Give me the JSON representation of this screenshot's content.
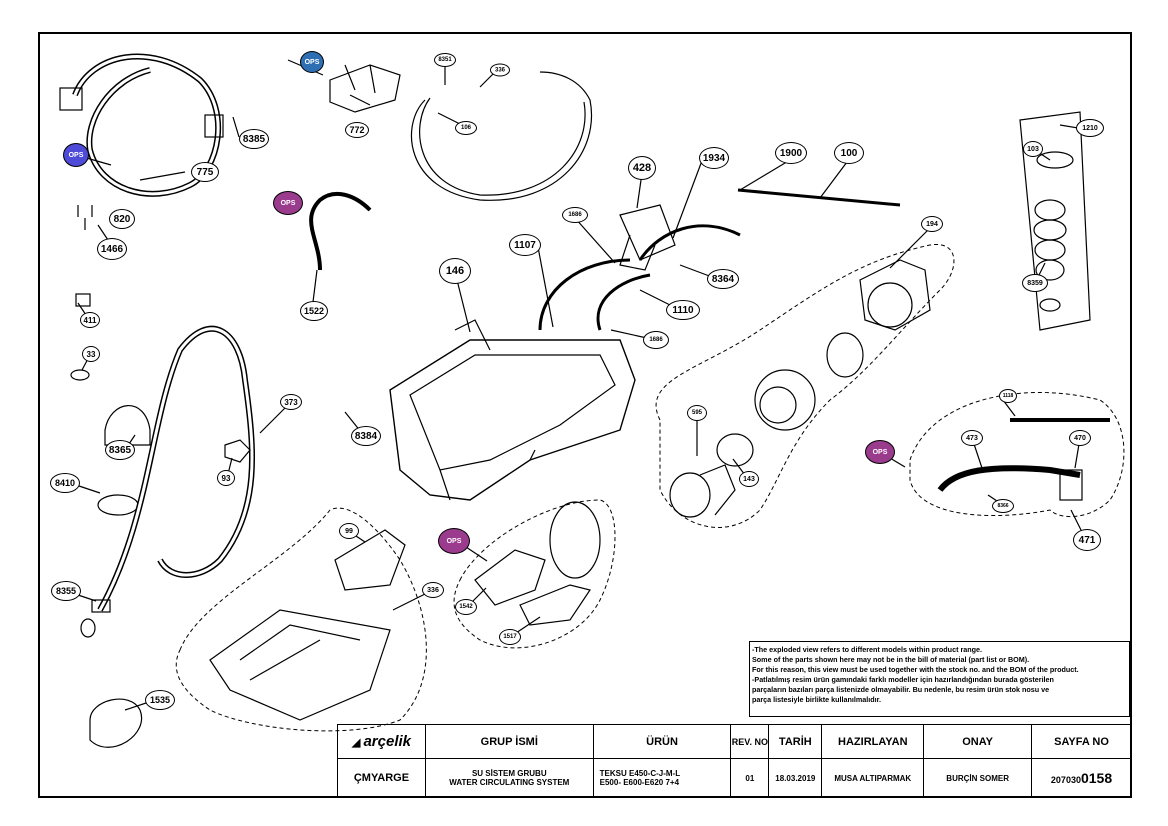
{
  "callouts": {
    "c8351": "8351",
    "c336a": "336",
    "c772": "772",
    "c106": "106",
    "c8385": "8385",
    "c775": "775",
    "c820": "820",
    "c1466": "1466",
    "c428": "428",
    "c1934": "1934",
    "c1900": "1900",
    "c100": "100",
    "c1210": "1210",
    "c103": "103",
    "c1686a": "1686",
    "c1107": "1107",
    "c8364": "8364",
    "c194": "194",
    "c8359": "8359",
    "c1522": "1522",
    "c146": "146",
    "c1110": "1110",
    "c1686b": "1686",
    "c411": "411",
    "c33": "33",
    "c373": "373",
    "c8384": "8384",
    "c8365": "8365",
    "c93": "93",
    "c8410": "8410",
    "c595": "595",
    "c143": "143",
    "c1118": "1118",
    "c473": "473",
    "c470": "470",
    "c8366": "8366",
    "c471": "471",
    "c99": "99",
    "c336b": "336",
    "c8355": "8355",
    "c1542": "1542",
    "c1517": "1517",
    "c1535": "1535"
  },
  "ops_badges": {
    "label": "OPS"
  },
  "note": {
    "line1": "-The exploded view refers to different models within product range.",
    "line2": "Some of the parts shown here may not be in the bill of material (part list or BOM).",
    "line3": "For this reason, this view must be used together with the stock no. and the BOM of the product.",
    "line4": "-Patlatılmış resim ürün gamındaki farklı modeller için hazırlandığından burada gösterilen",
    "line5": "parçaların bazıları parça listenizde olmayabilir. Bu nedenle, bu resim ürün stok nosu ve",
    "line6": "parça listesiyle birlikte kullanılmalıdır."
  },
  "titleblock": {
    "brand": "arçelik",
    "h_group": "GRUP İSMİ",
    "h_product": "ÜRÜN",
    "h_rev": "REV. NO",
    "h_date": "TARİH",
    "h_prepared": "HAZIRLAYAN",
    "h_approval": "ONAY",
    "h_page": "SAYFA NO",
    "dept": "ÇMYARGE",
    "group_line1": "SU SİSTEM GRUBU",
    "group_line2": "WATER CIRCULATING SYSTEM",
    "product_line1": "TEKSU  E450-C-J-M-L",
    "product_line2": "E500- E600-E620 7+4",
    "rev": "01",
    "date": "18.03.2019",
    "prepared": "MUSA ALTIPARMAK",
    "approval": "BURÇİN SOMER",
    "page_prefix": "207030",
    "page_suffix": "0158"
  }
}
